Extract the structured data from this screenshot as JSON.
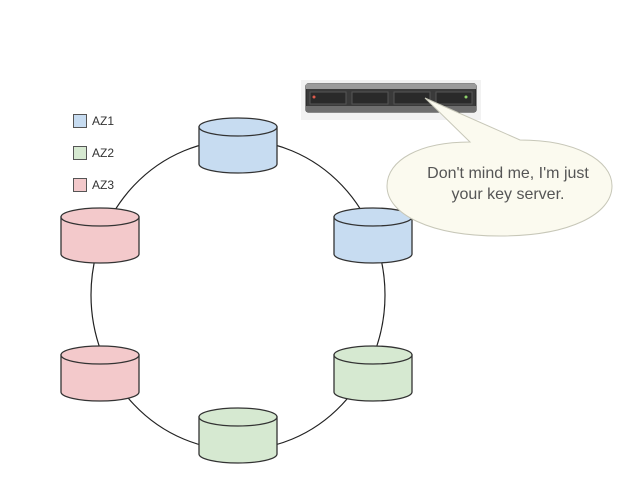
{
  "legend": [
    {
      "label": "AZ1",
      "color": "#c7dcf1"
    },
    {
      "label": "AZ2",
      "color": "#d6e9d1"
    },
    {
      "label": "AZ3",
      "color": "#f3c9cb"
    }
  ],
  "ring_nodes": [
    {
      "zone": "AZ1"
    },
    {
      "zone": "AZ1"
    },
    {
      "zone": "AZ2"
    },
    {
      "zone": "AZ2"
    },
    {
      "zone": "AZ3"
    },
    {
      "zone": "AZ3"
    }
  ],
  "key_server": {
    "icon": "rack-server-icon",
    "speech": {
      "line1": "Don't mind me, I'm just",
      "line2": "your key server."
    }
  },
  "colors": {
    "ring_stroke": "#222222",
    "node_stroke": "#333333",
    "server_body": "#3a3a3a",
    "bubble_fill": "#fbfaef"
  }
}
